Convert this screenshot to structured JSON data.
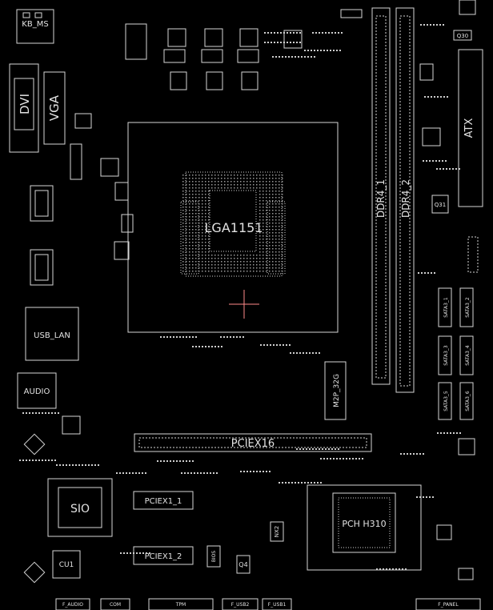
{
  "labels": {
    "kb_ms": "KB_MS",
    "dvi": "DVI",
    "vga": "VGA",
    "usb_lan": "USB_LAN",
    "audio": "AUDIO",
    "sio": "SIO",
    "cu1": "CU1",
    "socket": "LGA1151",
    "ddr4_1": "DDR4_1",
    "ddr4_2": "DDR4_2",
    "atx": "ATX",
    "q31": "Q31",
    "q30": "Q30",
    "m2p": "M2P_32G",
    "pciex16": "PCIEX16",
    "pciex1_1": "PCIEX1_1",
    "pciex1_2": "PCIEX1_2",
    "pch": "PCH H310",
    "q4": "Q4",
    "nx2": "NX2",
    "bios": "BIOS",
    "sata1": "SATA3_1",
    "sata2": "SATA3_2",
    "sata3": "SATA3_3",
    "sata4": "SATA3_4",
    "sata5": "SATA3_5",
    "sata6": "SATA3_6",
    "f_audio": "F_AUDIO",
    "com": "COM",
    "tpm": "TPM",
    "f_usb2": "F_USB2",
    "f_usb1": "F_USB1",
    "f_panel": "F_PANEL"
  },
  "colors": {
    "background": "#000000",
    "silkscreen": "#d6d6d6",
    "crosshair": "#ff8a8a"
  }
}
